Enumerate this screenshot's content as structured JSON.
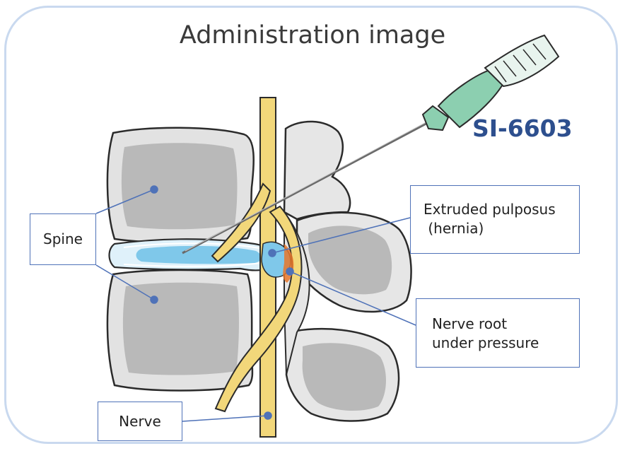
{
  "title": "Administration image",
  "drug_name": "SI-6603",
  "labels": {
    "spine": "Spine",
    "hernia_line1": "Extruded pulposus",
    "hernia_line2": " (hernia)",
    "root_line1": "Nerve root",
    "root_line2": "under pressure",
    "nerve": "Nerve"
  },
  "colors": {
    "frame": "#c9d9ef",
    "vertebra": "#e2e2e2",
    "vertebra_core": "#b9b9b9",
    "nerve": "#f2d77a",
    "disc": "#7fc8ea",
    "hernia": "#e8772a",
    "needle_hub": "#8ccfb0",
    "leader": "#4f72b8",
    "drug_text": "#2d4f8e"
  }
}
